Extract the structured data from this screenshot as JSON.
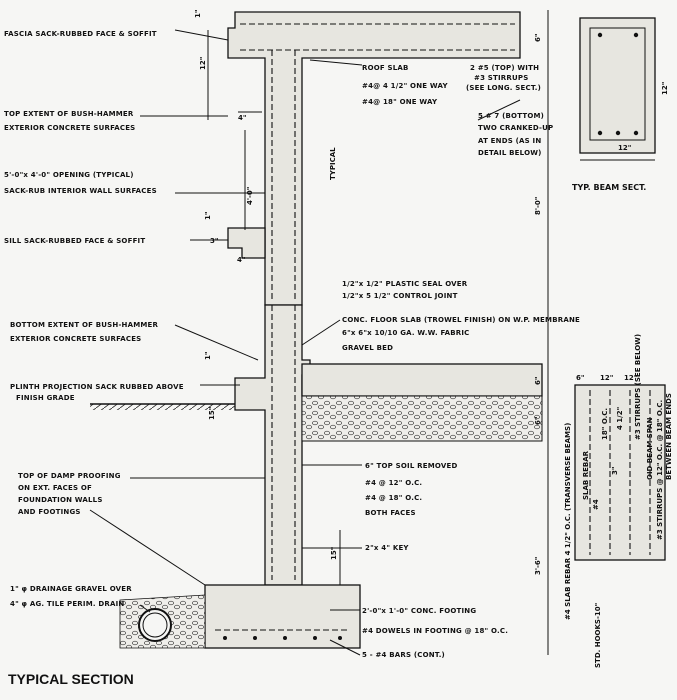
{
  "title": "TYPICAL SECTION",
  "beam_section_title": "TYP. BEAM SECT.",
  "labels": {
    "fascia": "FASCIA SACK-RUBBED FACE & SOFFIT",
    "roof_slab_1": "ROOF SLAB",
    "roof_slab_2": "#4@ 4 1/2\" ONE WAY",
    "roof_slab_3": "#4@ 18\" ONE WAY",
    "top_bar_1": "2 #5 (TOP) WITH",
    "top_bar_2": "#3 STIRRUPS",
    "top_bar_3": "(SEE LONG. SECT.)",
    "bottom_bar_1": "5 # 7 (BOTTOM)",
    "bottom_bar_2": "TWO CRANKED-UP",
    "bottom_bar_3": "AT ENDS (AS IN",
    "bottom_bar_4": "DETAIL BELOW)",
    "top_bush_1": "TOP EXTENT OF BUSH-HAMMER",
    "top_bush_2": "EXTERIOR CONCRETE SURFACES",
    "opening_1": "5'-0\"x 4'-0\" OPENING (TYPICAL)",
    "opening_2": "SACK-RUB INTERIOR WALL SURFACES",
    "sill": "SILL SACK-RUBBED FACE & SOFFIT",
    "seal_1": "1/2\"x 1/2\" PLASTIC SEAL OVER",
    "seal_2": "1/2\"x 5 1/2\" CONTROL JOINT",
    "floor_1": "CONC. FLOOR SLAB (TROWEL FINISH) ON W.P. MEMBRANE",
    "floor_2": "6\"x 6\"x 10/10 GA. W.W. FABRIC",
    "floor_3": "GRAVEL BED",
    "bottom_bush_1": "BOTTOM EXTENT OF BUSH-HAMMER",
    "bottom_bush_2": "EXTERIOR CONCRETE SURFACES",
    "plinth_1": "PLINTH PROJECTION SACK RUBBED ABOVE",
    "plinth_2": "FINISH GRADE",
    "damp_1": "TOP OF DAMP PROOFING",
    "damp_2": "ON EXT. FACES OF",
    "damp_3": "FOUNDATION WALLS",
    "damp_4": "AND FOOTINGS",
    "topsoil": "6\" TOP SOIL REMOVED",
    "wall_bar_1": "#4 @ 12\" O.C.",
    "wall_bar_2": "#4 @ 18\" O.C.",
    "wall_bar_3": "BOTH FACES",
    "key": "2\"x 4\" KEY",
    "drain_1": "1\" φ DRAINAGE GRAVEL OVER",
    "drain_2": "4\" φ AG. TILE PERIM. DRAIN",
    "footing_1": "2'-0\"x 1'-0\" CONC. FOOTING",
    "footing_2": "#4 DOWELS IN FOOTING @ 18\" O.C.",
    "footing_3": "5 - #4 BARS (CONT.)"
  },
  "dimensions": {
    "d_1a": "1\"",
    "d_12a": "12\"",
    "d_4a": "4\"",
    "d_typical": "TYPICAL",
    "d_4ft": "4'-0\"",
    "d_1b": "1\"",
    "d_3": "3\"",
    "d_4b": "4\"",
    "d_1c": "1\"",
    "d_15": "15\"",
    "d_15b": "15\"",
    "d_6a": "6\"",
    "d_8ft": "8'-0\"",
    "d_6b": "6\"",
    "d_6c": "6\"",
    "d_3ft6": "3'-6\"",
    "d_12b": "12\"",
    "d_12c": "12\"",
    "d_beam12": "12\"",
    "d_6d": "6\"",
    "d_12d": "12\""
  },
  "beam_detail": {
    "v1": "#4 SLAB REBAR 4 1/2\" O.C. (TRANSVERSE BEAMS)",
    "v2": "SLAB REBAR",
    "v3": "#4",
    "v4": "18\" O.C.",
    "v5": "3\"",
    "v6": "4 1/2\"",
    "v7": "#3 STIRRUPS (SEE BELOW)",
    "v8": "OID BEAM SPAN",
    "v9": "#3 STIRRUPS @ 12\" O.C. @ 18\" O.C.",
    "v10": "BETWEEN BEAM ENDS",
    "hooks": "STD. HOOKS-10\""
  }
}
